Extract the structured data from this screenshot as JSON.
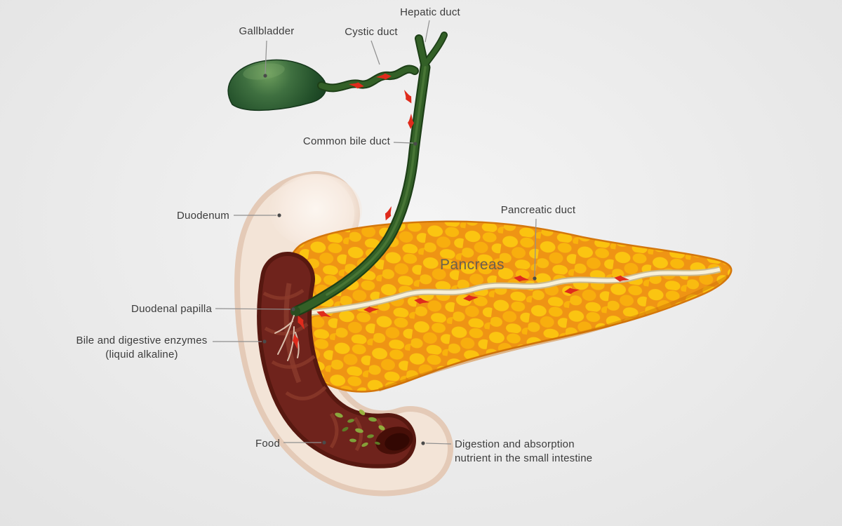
{
  "labels": {
    "hepatic_duct": "Hepatic duct",
    "cystic_duct": "Cystic duct",
    "gallbladder": "Gallbladder",
    "common_bile_duct": "Common bile duct",
    "duodenum": "Duodenum",
    "pancreatic_duct": "Pancreatic duct",
    "pancreas": "Pancreas",
    "duodenal_papilla": "Duodenal papilla",
    "bile_enzymes_line1": "Bile and digestive enzymes",
    "bile_enzymes_line2": "(liquid alkaline)",
    "food": "Food",
    "digestion_line1": "Digestion and absorption",
    "digestion_line2": "nutrient in the small intestine"
  },
  "colors": {
    "background": "#ececec",
    "gallbladder_green": "#2d5a2e",
    "bile_duct_green": "#336027",
    "pancreas_yellow": "#fbc511",
    "pancreas_orange": "#ef9414",
    "duodenum_red": "#6f231c",
    "duodenum_wall_cream": "#f3e4d7",
    "flow_arrow_red": "#df2b1c",
    "label_text": "#3c3c3c"
  }
}
